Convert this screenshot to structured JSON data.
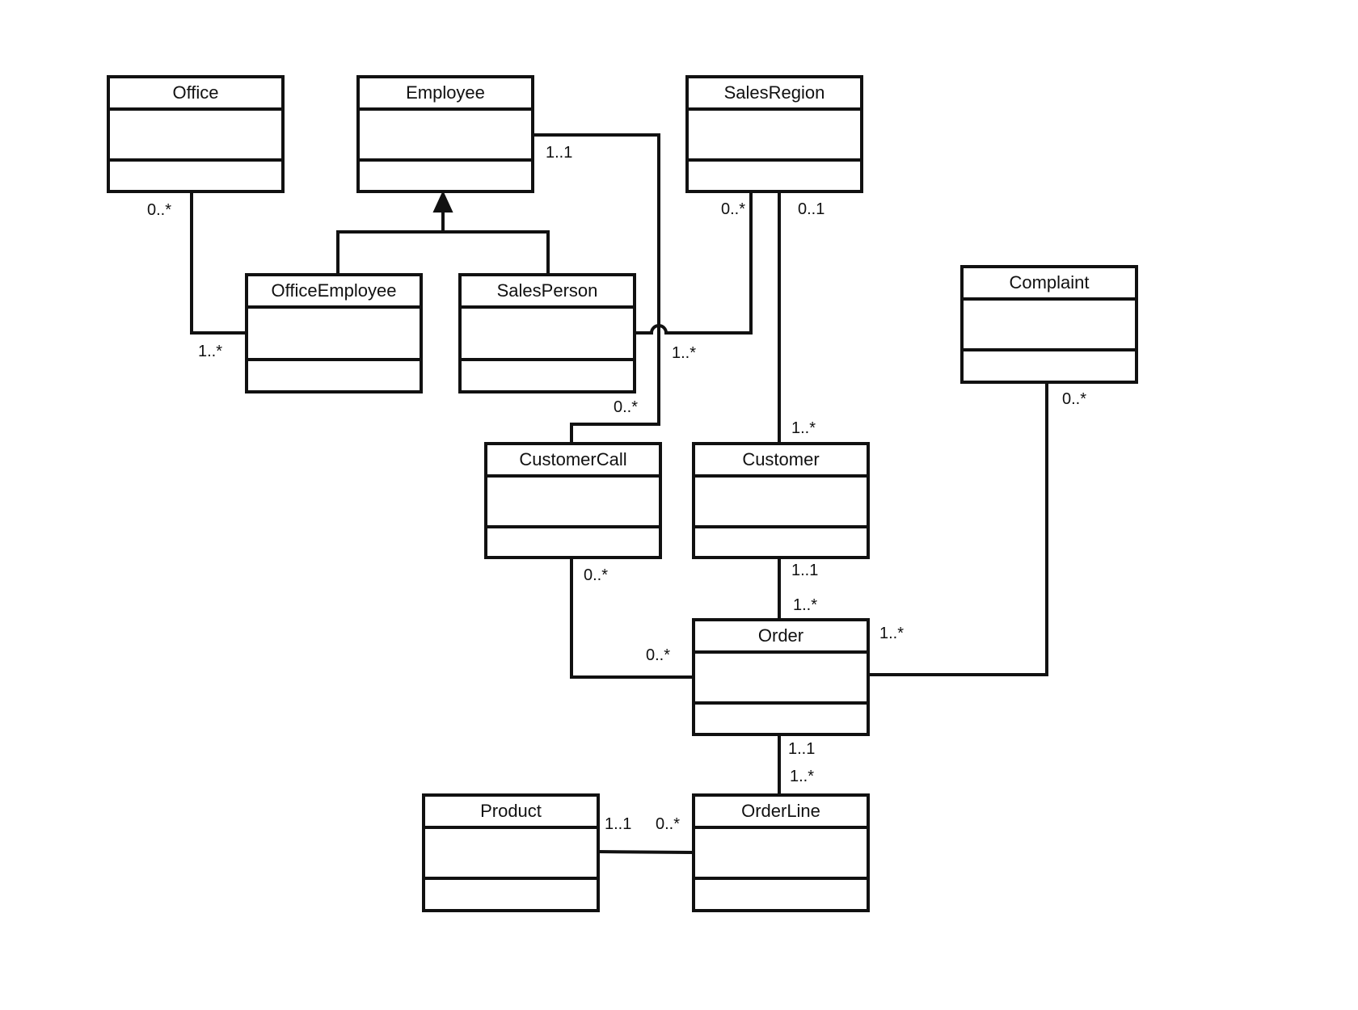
{
  "classes": {
    "office": "Office",
    "employee": "Employee",
    "sales_region": "SalesRegion",
    "office_employee": "OfficeEmployee",
    "sales_person": "SalesPerson",
    "complaint": "Complaint",
    "customer_call": "CustomerCall",
    "customer": "Customer",
    "order": "Order",
    "product": "Product",
    "order_line": "OrderLine"
  },
  "multiplicities": {
    "office_side_of_office_employee": "0..*",
    "office_employee_side_of_office": "1..*",
    "employee_side_of_customer_call": "1..1",
    "customer_call_side_of_employee": "0..*",
    "sales_region_side_of_sales_person": "0..*",
    "sales_person_side_of_sales_region": "1..*",
    "sales_region_side_of_customer": "0..1",
    "customer_side_of_sales_region": "1..*",
    "complaint_side_of_order": "0..*",
    "order_side_of_complaint": "1..*",
    "customer_call_side_of_order": "0..*",
    "order_side_of_customer_call": "0..*",
    "customer_side_of_order": "1..1",
    "order_side_of_customer": "1..*",
    "order_side_of_order_line": "1..1",
    "order_line_side_of_order": "1..*",
    "product_side_of_order_line": "1..1",
    "order_line_side_of_product": "0..*"
  },
  "colors": {
    "stroke": "#111111",
    "background": "#ffffff"
  }
}
